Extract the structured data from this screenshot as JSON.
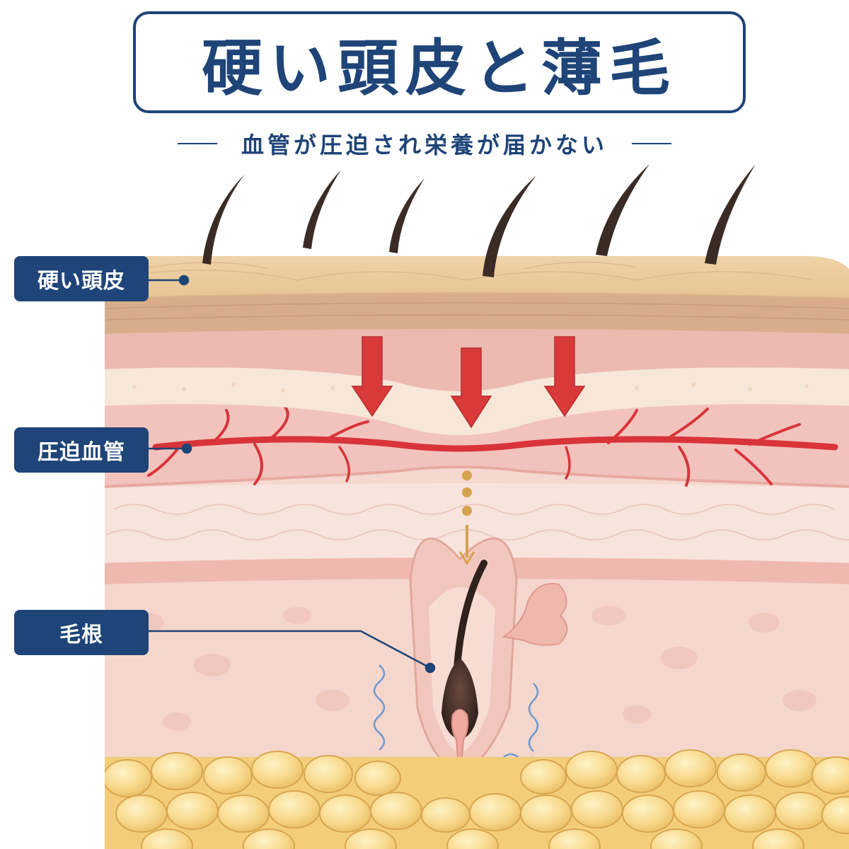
{
  "title": "硬い頭皮と薄毛",
  "subtitle": "血管が圧迫され栄養が届かない",
  "labels": {
    "stiff_scalp": "硬い頭皮",
    "compressed_vessel": "圧迫血管",
    "hair_root": "毛根"
  },
  "colors": {
    "navy": "#1e4478",
    "pressure_arrow": "#d83a3a",
    "vessel": "#d8343a",
    "nutrient_flow": "#d6a24e"
  }
}
